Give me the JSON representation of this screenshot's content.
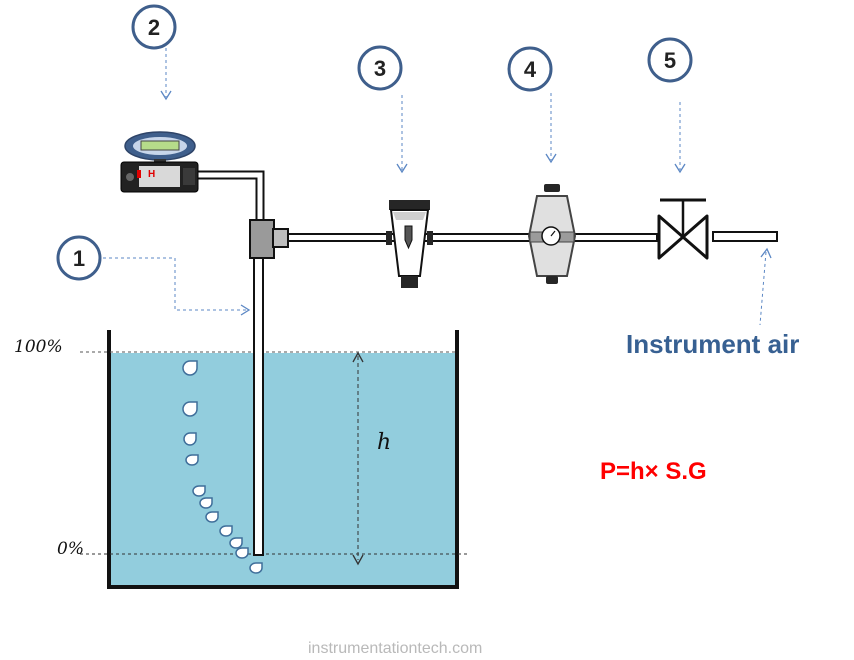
{
  "callouts": [
    "1",
    "2",
    "3",
    "4",
    "5"
  ],
  "levels": {
    "top": "100%",
    "bottom": "0%"
  },
  "height_symbol": "h",
  "transmitter_tag": "H",
  "air_label": "Instrument air",
  "formula": "P=h× S.G",
  "credit": "instrumentationtech.com",
  "colors": {
    "water": "#92CDDD",
    "callout_ring": "#3F5F8C",
    "arrow": "#5B87C4",
    "air_text": "#376092",
    "formula": "#FF0000",
    "tank": "#111111"
  },
  "components": [
    {
      "callout": "1",
      "name": "bubbler-dip-tube"
    },
    {
      "callout": "2",
      "name": "level-transmitter"
    },
    {
      "callout": "3",
      "name": "rotameter"
    },
    {
      "callout": "4",
      "name": "air-filter-regulator"
    },
    {
      "callout": "5",
      "name": "isolation-valve"
    }
  ]
}
